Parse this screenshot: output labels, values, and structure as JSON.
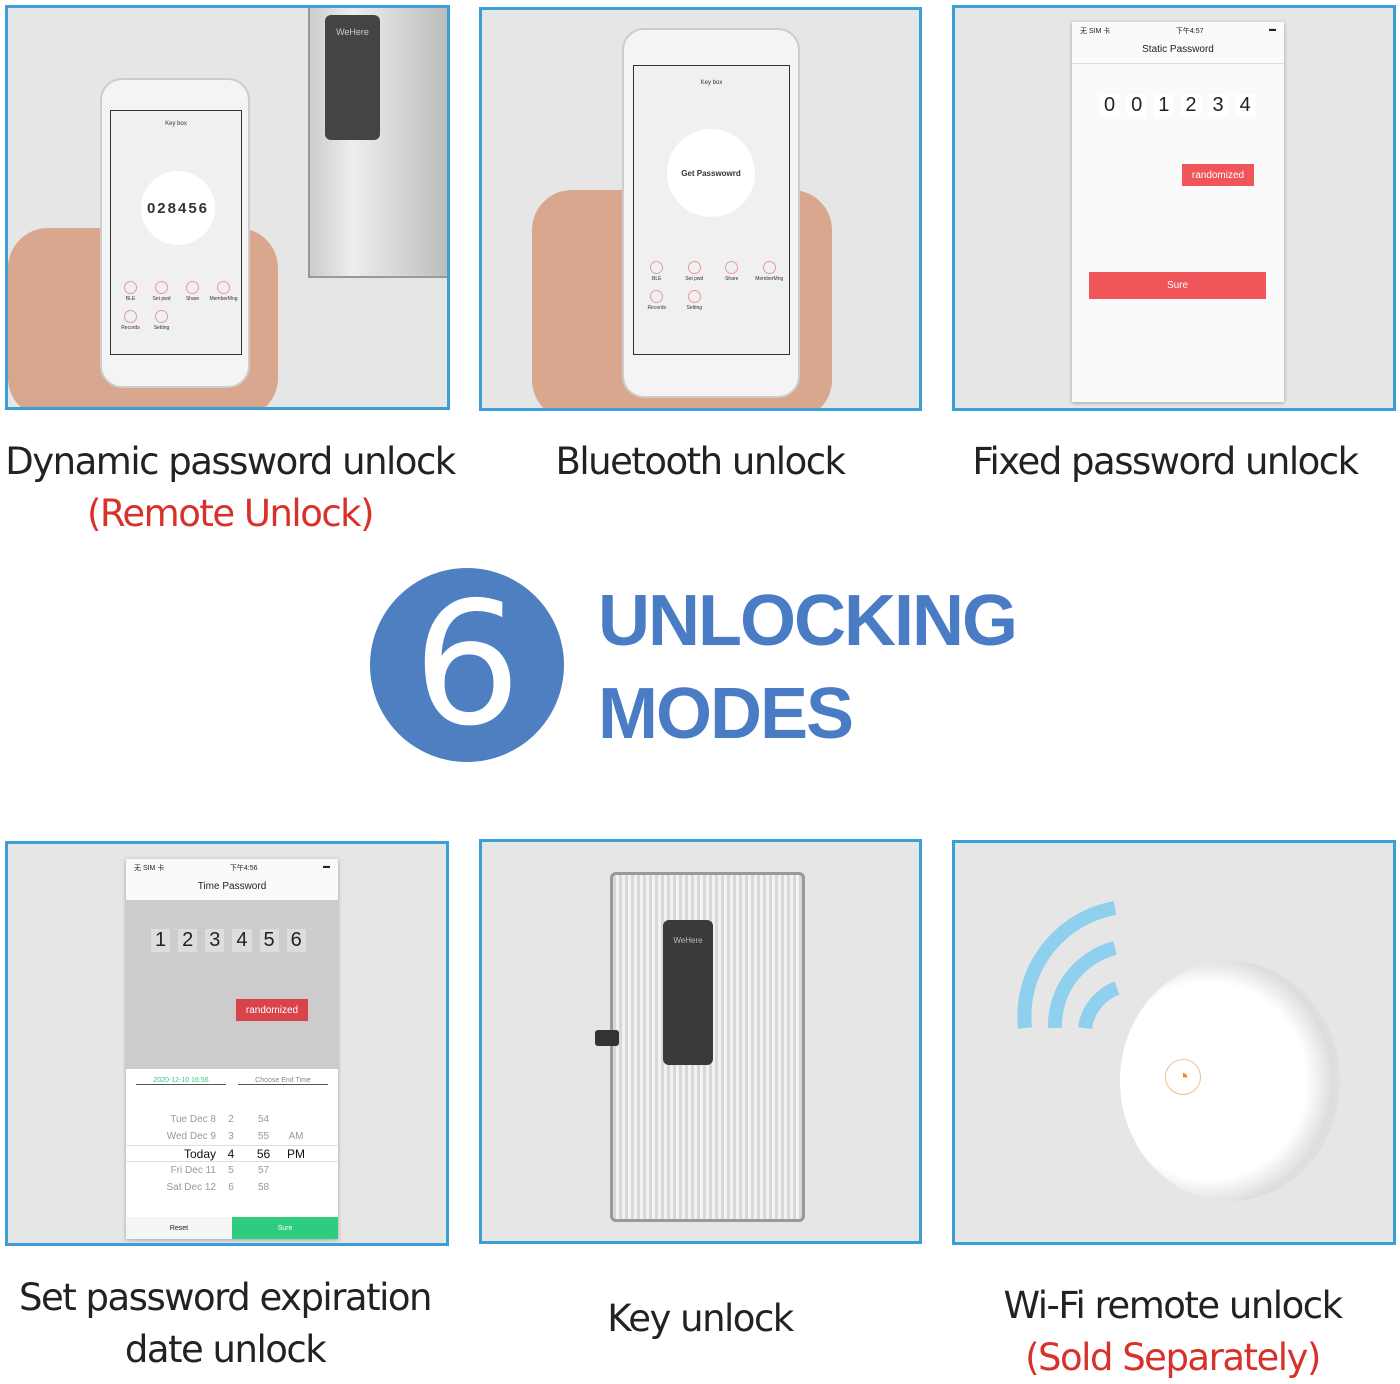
{
  "colors": {
    "accent_blue": "#4e7fc1",
    "panel_border": "#3b9fd6",
    "red": "#d8312a",
    "sure_green": "#2ecc7e"
  },
  "panels": [
    {
      "caption": "Dynamic password unlock",
      "subcaption": "(Remote Unlock)",
      "screen": {
        "title": "Key box",
        "code": "028456",
        "icons": [
          "BLE",
          "Set pwd",
          "Share",
          "MemberMng",
          "Records",
          "Setting"
        ]
      },
      "device_brand": "WeHere"
    },
    {
      "caption": "Bluetooth unlock",
      "screen": {
        "title": "Key box",
        "button": "Get Passwowrd",
        "icons": [
          "BLE",
          "Set pwd",
          "Share",
          "MemberMng",
          "Records",
          "Setting"
        ]
      }
    },
    {
      "caption": "Fixed password unlock",
      "screen": {
        "status_time": "下午4:57",
        "status_carrier": "无 SIM 卡",
        "title": "Static Password",
        "digits": [
          "0",
          "0",
          "1",
          "2",
          "3",
          "4"
        ],
        "randomize": "randomized",
        "sure": "Sure"
      }
    },
    {
      "caption_line1": "Set password expiration",
      "caption_line2": "date unlock",
      "screen": {
        "status_time": "下午4:56",
        "status_carrier": "无 SIM 卡",
        "title": "Time Password",
        "digits": [
          "1",
          "2",
          "3",
          "4",
          "5",
          "6"
        ],
        "randomize": "randomized",
        "start_time": "2020-12-10 16:56",
        "end_time_placeholder": "Choose End Time",
        "picker": [
          [
            "Tue Dec 8",
            "2",
            "54",
            ""
          ],
          [
            "Wed Dec 9",
            "3",
            "55",
            "AM"
          ],
          [
            "Today",
            "4",
            "56",
            "PM"
          ],
          [
            "Fri Dec 11",
            "5",
            "57",
            ""
          ],
          [
            "Sat Dec 12",
            "6",
            "58",
            ""
          ]
        ],
        "reset": "Reset",
        "sure": "Sure"
      }
    },
    {
      "caption": "Key unlock",
      "device_brand": "WeHere"
    },
    {
      "caption": "Wi-Fi remote unlock",
      "subcaption": "(Sold Separately)"
    }
  ],
  "center": {
    "number": "6",
    "line1": "UNLOCKING",
    "line2": "MODES"
  }
}
